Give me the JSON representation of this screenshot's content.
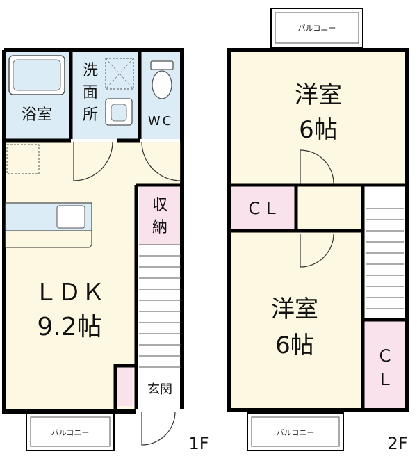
{
  "floor1": {
    "label": "1F",
    "rooms": {
      "bath": "浴室",
      "washroom": [
        "洗",
        "面",
        "所"
      ],
      "wc": "WC",
      "storage": [
        "収",
        "納"
      ],
      "ldk_name": "ＬＤＫ",
      "ldk_size": "9.2帖",
      "entrance": "玄関"
    },
    "balcony": "バルコニー"
  },
  "floor2": {
    "label": "2F",
    "rooms": {
      "bedroom_top_name": "洋室",
      "bedroom_top_size": "6帖",
      "closet_left": "ＣＬ",
      "bedroom_bottom_name": "洋室",
      "bedroom_bottom_size": "6帖",
      "closet_right": [
        "Ｃ",
        "Ｌ"
      ]
    },
    "balcony_top": "バルコニー",
    "balcony_bottom": "バルコニー"
  },
  "colors": {
    "room_fill": "#fcf8e1",
    "wet_fill": "#dcecf6",
    "storage_fill": "#f9e2ec",
    "wall": "#000000"
  }
}
